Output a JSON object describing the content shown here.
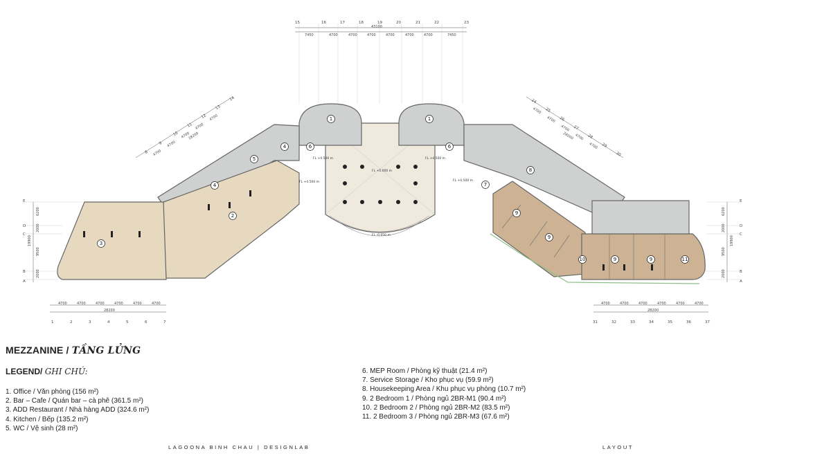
{
  "title": {
    "en": "MEZZANINE",
    "sep": " / ",
    "vi": "TẦNG LỬNG"
  },
  "legend": {
    "heading": "LEGEND/",
    "heading_vi": "GHI CHÚ:",
    "items": [
      "1.  Office / Văn phòng (156 m²)",
      "2.  Bar – Cafe / Quán bar – cà phê  (361.5 m²)",
      "3.  ADD Restaurant / Nhà hàng ADD (324.6 m²)",
      "4.  Kitchen / Bếp (135.2 m²)",
      "5.  WC / Vệ sinh (28 m²)",
      "6.  MEP Room / Phòng kỹ thuật (21.4 m²)",
      "7.  Service Storage / Kho phục vụ (59.9 m²)",
      "8.  Housekeeping Area / Khu phục vụ phòng  (10.7 m²)",
      "9.  2 Bedroom 1 / Phòng ngủ 2BR-M1 (90.4 m²)",
      "10. 2 Bedroom 2 / Phòng ngủ 2BR-M2 (83.5 m²)",
      "11. 2 Bedroom 3 / Phòng ngủ 2BR-M3 (67.6 m²)"
    ]
  },
  "footer": {
    "left": "LAGOONA BINH CHAU  |  DESIGNLAB",
    "right": "LAYOUT"
  },
  "plan": {
    "top_grid": [
      "15",
      "16",
      "17",
      "18",
      "19",
      "20",
      "21",
      "22",
      "23"
    ],
    "top_dims": [
      "7450",
      "4700",
      "4700",
      "4700",
      "4700",
      "4700",
      "4700",
      "7450"
    ],
    "top_total": "43100",
    "left_grid": [
      "1",
      "2",
      "3",
      "4",
      "5",
      "6",
      "7"
    ],
    "left_dims": [
      "4700",
      "4700",
      "4700",
      "4700",
      "4700",
      "4700"
    ],
    "left_total": "28200",
    "right_grid": [
      "31",
      "32",
      "33",
      "34",
      "35",
      "36",
      "37"
    ],
    "right_dims": [
      "4700",
      "4700",
      "4700",
      "4700",
      "4700",
      "4700"
    ],
    "right_total": "28200",
    "left_diag_grid": [
      "8",
      "9",
      "10",
      "11",
      "12",
      "13",
      "14"
    ],
    "left_diag_dims": [
      "4700",
      "4700",
      "4700",
      "4700",
      "4700"
    ],
    "left_diag_total": "28200",
    "right_diag_grid": [
      "24",
      "25",
      "26",
      "27",
      "28",
      "29",
      "30"
    ],
    "right_diag_dims": [
      "4700",
      "4700",
      "4700",
      "4700",
      "4700"
    ],
    "right_diag_total": "28200",
    "side_grid": [
      "E",
      "D",
      "C",
      "B",
      "A"
    ],
    "side_dims": [
      "6200",
      "2000",
      "9500",
      "2000"
    ],
    "side_total": "19900",
    "level_labels": [
      "FL +0.000 m",
      "FL -0.050 m",
      "FL +4.500 m",
      "FL +4.500 m",
      "FL +4.500 m",
      "FL +4.500 m"
    ],
    "rooms": [
      "1",
      "1",
      "2",
      "3",
      "4",
      "4",
      "5",
      "6",
      "6",
      "7",
      "8",
      "9",
      "9",
      "10",
      "9",
      "9",
      "11"
    ],
    "colors": {
      "fill_tan": "#e6d9bf",
      "fill_brown": "#cdb394",
      "fill_gray": "#cfd1d1",
      "fill_atrium": "#efe9de",
      "wall": "#666666",
      "landscape": "#8fbf8a"
    }
  }
}
